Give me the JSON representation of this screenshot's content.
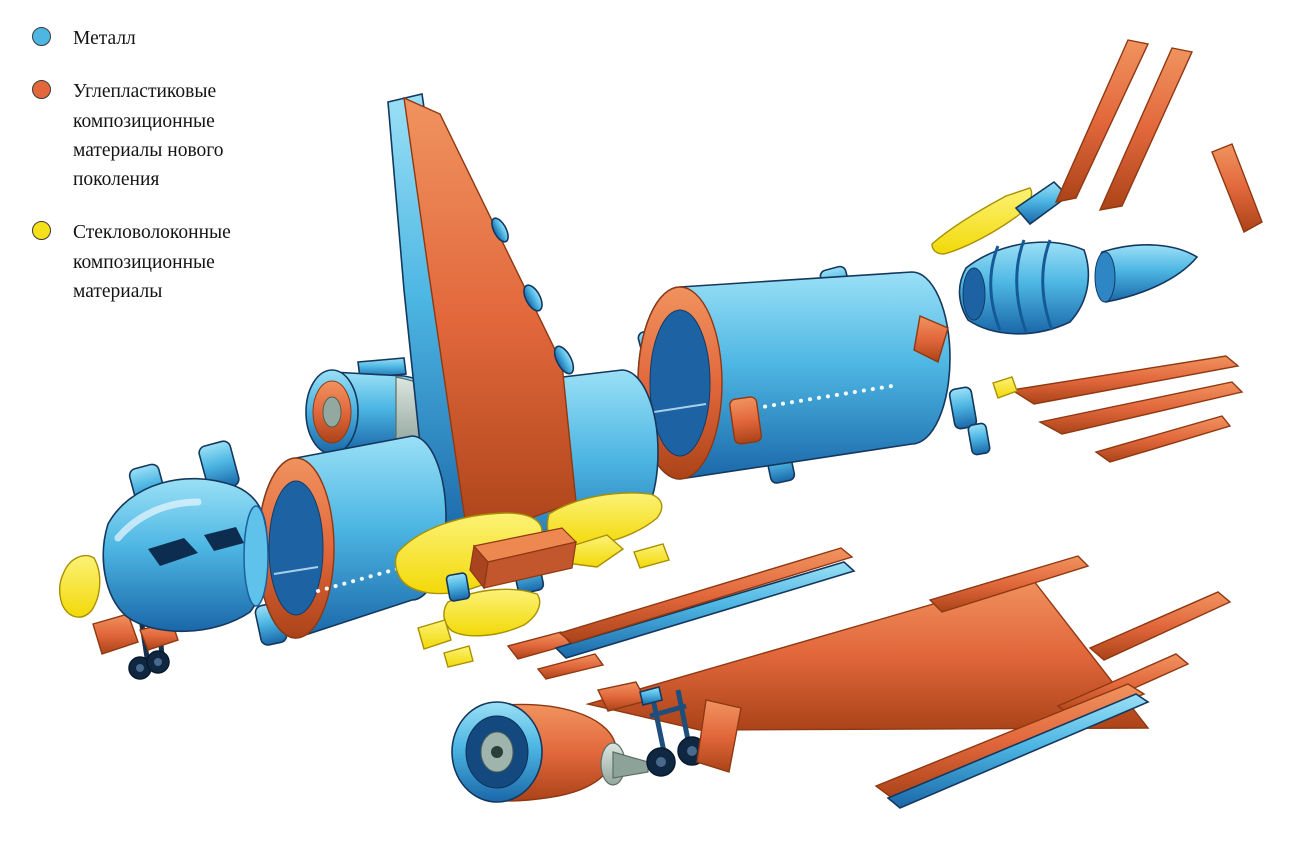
{
  "colors": {
    "metal_blue": "#4db6e3",
    "carbon_orange": "#e2683c",
    "glass_yellow": "#f6e01a",
    "outline": "#16395f",
    "background": "#ffffff"
  },
  "legend": {
    "items": [
      {
        "id": "metal",
        "label": "Металл",
        "color": "#4db6e3"
      },
      {
        "id": "carbon-composite",
        "label": "Углепластиковые композиционные материалы нового поколения",
        "color": "#e2683c"
      },
      {
        "id": "glass-composite",
        "label": "Стекловолоконные композиционные материалы",
        "color": "#f6e01a"
      }
    ]
  },
  "diagram": {
    "parts": [
      "nose-section",
      "forward-fuselage-section",
      "center-fuselage-section",
      "rear-fuselage-section",
      "tail-cone",
      "apu-cone",
      "vertical-stabilizer-skins",
      "horizontal-stabilizer-skins",
      "wing",
      "left-engine-nacelle",
      "right-engine-nacelle",
      "belly-fairing-panels",
      "wing-skin-panels",
      "nose-landing-gear",
      "main-landing-gear",
      "fuselage-door-panels"
    ]
  }
}
